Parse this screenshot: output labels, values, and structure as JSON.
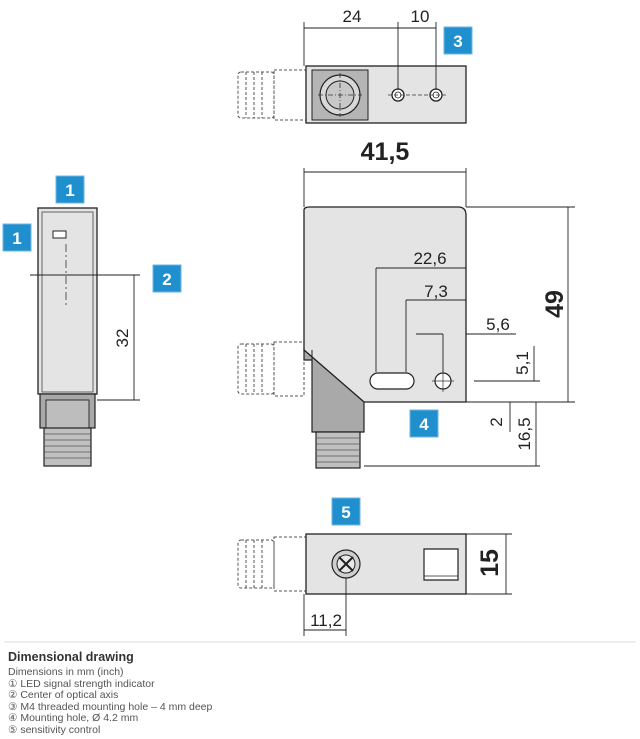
{
  "figure": {
    "dimensions": {
      "top_24": "24",
      "top_10": "10",
      "width_41_5": "41,5",
      "h_22_6": "22,6",
      "h_7_3": "7,3",
      "h_5_6": "5,6",
      "v_49": "49",
      "v_5_1": "5,1",
      "v_2": "2",
      "v_16_5": "16,5",
      "side_32": "32",
      "bottom_15": "15",
      "bottom_11_2": "11,2"
    },
    "badges": {
      "b1_top": "1",
      "b1_left": "1",
      "b2": "2",
      "b3": "3",
      "b4": "4",
      "b5": "5"
    },
    "colors": {
      "badge_fill": "#1f8fce",
      "body_fill": "#e4e4e4",
      "dark_fill": "#a9a9a9",
      "line": "#222222"
    }
  },
  "caption": {
    "title": "Dimensional drawing",
    "lines": [
      "Dimensions in mm (inch)",
      "① LED signal strength indicator",
      "② Center of optical axis",
      "③ M4 threaded mounting hole – 4 mm deep",
      "④ Mounting hole, Ø 4.2 mm",
      "⑤ sensitivity control"
    ]
  }
}
